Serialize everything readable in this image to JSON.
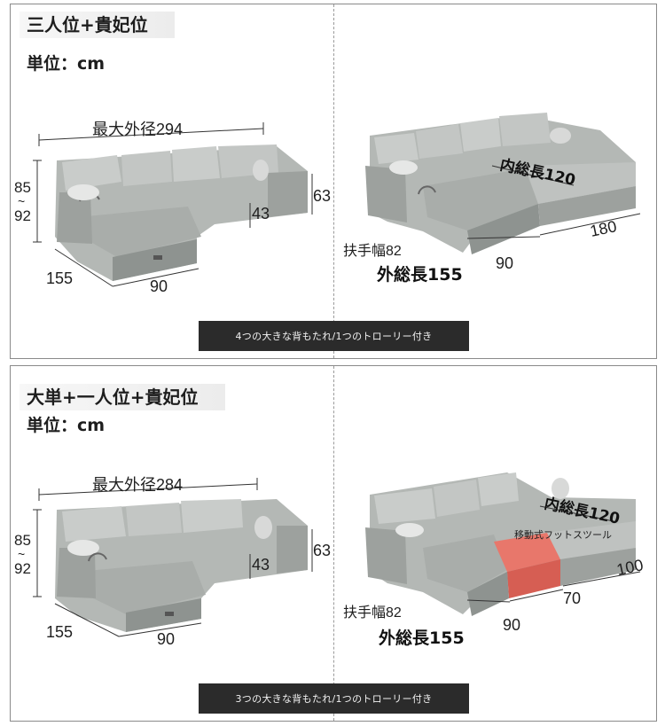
{
  "panels": [
    {
      "title": "三人位+貴妃位",
      "unit": "単位：cm",
      "left": {
        "max_width": "最大外径294",
        "height": "85",
        "height_tilde": "~",
        "height2": "92",
        "side_height": "63",
        "seat_height": "43",
        "depth": "155",
        "chaise_width": "90"
      },
      "right": {
        "inner_length": "内総長120",
        "length_180": "180",
        "armrest": "扶手幅82",
        "chaise_width": "90",
        "outer_length": "外総長155"
      },
      "caption": "4つの大きな背もたれ/1つのトローリー付き"
    },
    {
      "title": "大単+一人位+貴妃位",
      "unit": "単位：cm",
      "left": {
        "max_width": "最大外径284",
        "height": "85",
        "height_tilde": "~",
        "height2": "92",
        "side_height": "63",
        "seat_height": "43",
        "depth": "155",
        "chaise_width": "90"
      },
      "right": {
        "inner_length": "内総長120",
        "stool_label": "移動式フットスツール",
        "length_100": "100",
        "stool_width": "70",
        "armrest": "扶手幅82",
        "chaise_width": "90",
        "outer_length": "外総長155"
      },
      "caption": "3つの大きな背もたれ/1つのトローリー付き"
    }
  ],
  "colors": {
    "sofa_body": "#b4b8b5",
    "sofa_shadow": "#8e9390",
    "sofa_highlight": "#d3d6d4",
    "stool_accent": "#e8776b",
    "caption_bg": "#2b2b2b",
    "border": "#8a8a8a"
  }
}
